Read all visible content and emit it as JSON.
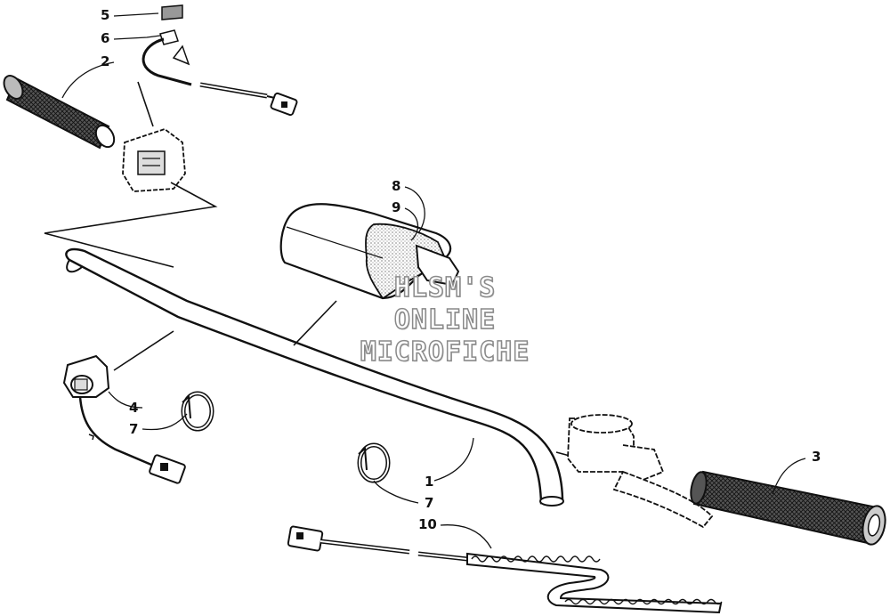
{
  "callouts": {
    "c1": "1",
    "c2": "2",
    "c3": "3",
    "c4": "4",
    "c5": "5",
    "c6": "6",
    "c7a": "7",
    "c7b": "7",
    "c8": "8",
    "c9": "9",
    "c10": "10"
  },
  "watermark": {
    "line1": "HLSM'S",
    "line2": "ONLINE",
    "line3": "MICROFICHE"
  },
  "colors": {
    "ink": "#111111",
    "paper": "#ffffff",
    "watermark_outline": "#8a8a8a"
  }
}
